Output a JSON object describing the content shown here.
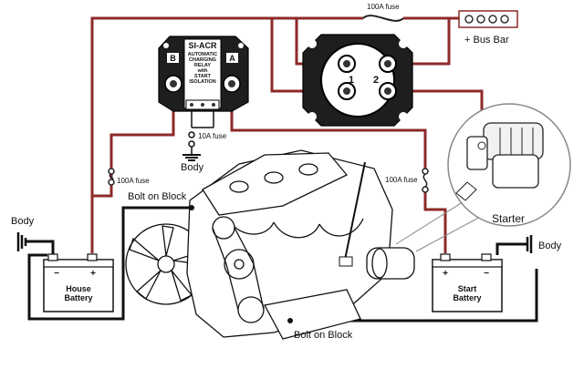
{
  "labels": {
    "fuse_top": "100A fuse",
    "bus_bar": "+ Bus Bar",
    "acr_title": "SI-ACR",
    "acr_line1": "AUTOMATIC",
    "acr_line2": "CHARGING",
    "acr_line3": "RELAY",
    "acr_line4": "with",
    "acr_line5": "START",
    "acr_line6": "ISOLATION",
    "acr_term_b": "B",
    "acr_term_a": "A",
    "fuse_10a": "10A fuse",
    "body_center": "Body",
    "fuse_left": "100A fuse",
    "fuse_right": "100A fuse",
    "bolt_top": "Bolt on Block",
    "bolt_bottom": "Bolt on Block",
    "body_left": "Body",
    "body_right": "Body",
    "switch_1": "1",
    "switch_2": "2",
    "starter": "Starter",
    "house_battery_1": "House",
    "house_battery_2": "Battery",
    "start_battery_1": "Start",
    "start_battery_2": "Battery",
    "minus": "−",
    "plus": "+"
  },
  "colors": {
    "positive_wire": "#8e2a2a",
    "negative_wire": "#111111",
    "bus_bar_term": "#c62828",
    "device_body": "#1e1e1e"
  }
}
